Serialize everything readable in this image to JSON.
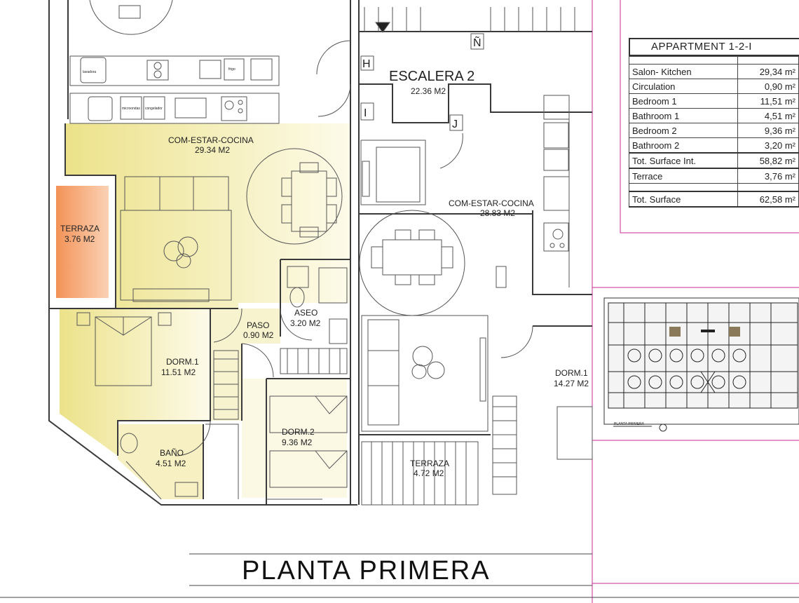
{
  "plan": {
    "drawing_title": "PLANTA PRIMERA",
    "stair": {
      "name": "ESCALERA 2",
      "area": "22.36 M2",
      "letters": [
        "H",
        "I",
        "J",
        "Ñ"
      ]
    },
    "rooms_left": [
      {
        "name": "COM-ESTAR-COCINA",
        "area": "29.34 M2"
      },
      {
        "name": "TERRAZA",
        "area": "3.76 M2"
      },
      {
        "name": "PASO",
        "area": "0.90 M2"
      },
      {
        "name": "ASEO",
        "area": "3.20 M2"
      },
      {
        "name": "DORM.1",
        "area": "11.51 M2"
      },
      {
        "name": "DORM.2",
        "area": "9.36 M2"
      },
      {
        "name": "BAÑO",
        "area": "4.51 M2"
      }
    ],
    "rooms_right": [
      {
        "name": "COM-ESTAR-COCINA",
        "area": "28.83 M2"
      },
      {
        "name": "TERRAZA",
        "area": "4.72 M2"
      },
      {
        "name": "DORM.1",
        "area": "14.27 M2"
      }
    ],
    "appliance_labels": [
      "lavadora",
      "microondas",
      "congelador",
      "frigo"
    ],
    "colors": {
      "living_yellow": "#f3ecb0",
      "terrace_orange": "#f4a066",
      "magenta_line": "#c62c9a",
      "line": "#3a3a3a"
    }
  },
  "area_table": {
    "title": "APPARTMENT 1-2-I",
    "rows": [
      {
        "label": "Salon- Kitchen",
        "value": "29,34 m²"
      },
      {
        "label": "Circulation",
        "value": "0,90 m²"
      },
      {
        "label": "Bedroom 1",
        "value": "11,51 m²"
      },
      {
        "label": "Bathroom 1",
        "value": "4,51 m²"
      },
      {
        "label": "Bedroom 2",
        "value": "9,36 m²"
      },
      {
        "label": "Bathroom 2",
        "value": "3,20 m²"
      }
    ],
    "subtotal": {
      "label": "Tot. Surface Int.",
      "value": "58,82 m²"
    },
    "terrace": {
      "label": "Terrace",
      "value": "3,76 m²"
    },
    "total": {
      "label": "Tot. Surface",
      "value": "62,58 m²"
    }
  },
  "keyplan": {
    "caption": "PLANTA PRIMERA"
  }
}
